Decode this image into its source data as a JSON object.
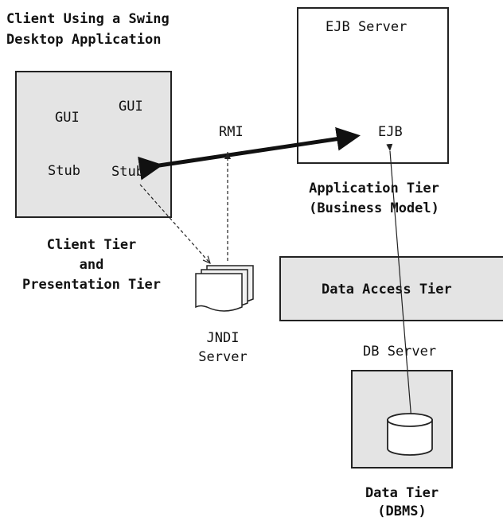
{
  "client": {
    "heading_line1": "Client Using a Swing",
    "heading_line2": "Desktop Application",
    "gui_left": "GUI",
    "gui_right": "GUI",
    "stub_left": "Stub",
    "stub_right": "Stub",
    "tier_line1": "Client Tier",
    "tier_line2": "and",
    "tier_line3": "Presentation Tier"
  },
  "rmi_label": "RMI",
  "app_server": {
    "title": "EJB Server",
    "ejb": "EJB",
    "tier_line1": "Application Tier",
    "tier_line2": "(Business Model)"
  },
  "jndi": {
    "line1": "JNDI",
    "line2": "Server"
  },
  "data_access": {
    "label": "Data Access Tier"
  },
  "db": {
    "server_label": "DB Server",
    "tier_line1": "Data Tier",
    "tier_line2": "(DBMS)"
  },
  "colors": {
    "box_fill": "#e4e4e4",
    "stroke": "#222222"
  }
}
